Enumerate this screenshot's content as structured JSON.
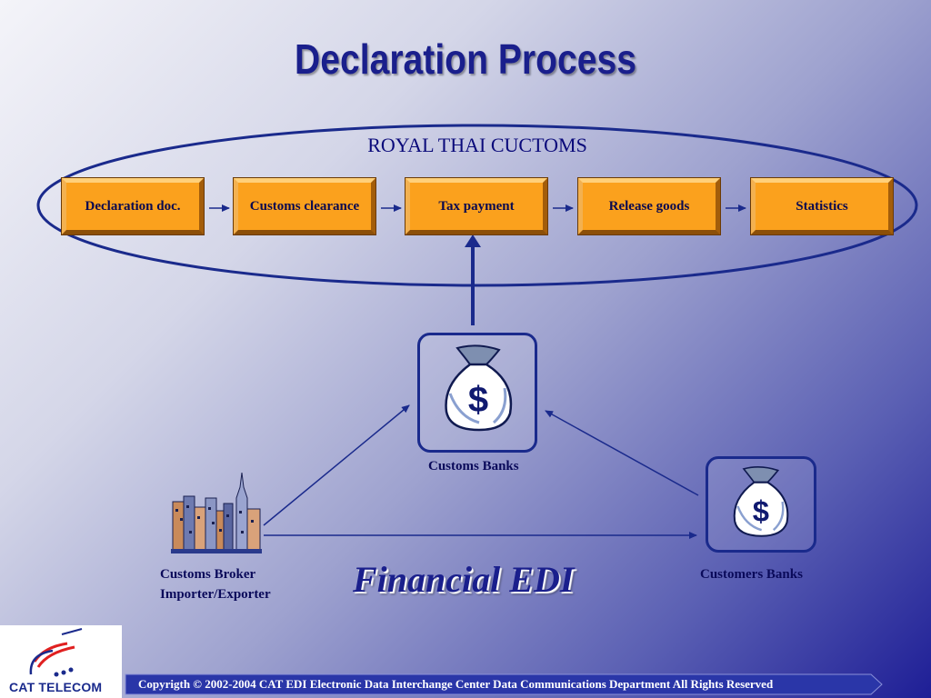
{
  "title": "Declaration Process",
  "ellipse_label": "ROYAL THAI CUCTOMS",
  "steps": [
    "Declaration doc.",
    "Customs clearance",
    "Tax payment",
    "Release goods",
    "Statistics"
  ],
  "nodes": {
    "customs_banks": "Customs Banks",
    "customers_banks": "Customers Banks",
    "broker_line1": "Customs Broker",
    "broker_line2": "Importer/Exporter"
  },
  "edi_label": "Financial EDI",
  "footer": "Copyrigth © 2002-2004  CAT EDI   Electronic Data Interchange Center    Data Communications Department All Rights Reserved",
  "logo": "CAT TELECOM",
  "icons": [
    "money-bag-icon",
    "city-skyline-icon",
    "cat-telecom-logo-icon"
  ],
  "colors": {
    "title": "#1a1f8c",
    "step_fill": "#fba11d",
    "line": "#1a2a8c"
  }
}
